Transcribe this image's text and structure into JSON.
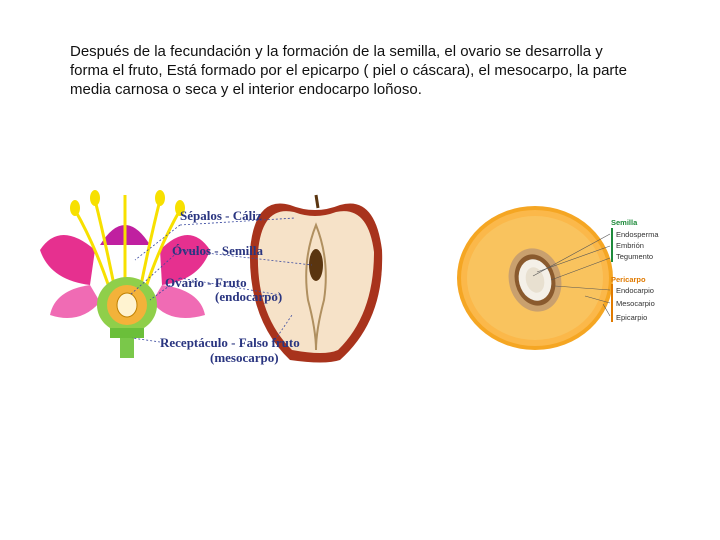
{
  "text": {
    "line1": "Después de la fecundación y la formación de la semilla, el ovario se desarrolla y",
    "line2": "forma el fruto, Está formado por el epicarpo ( piel o cáscara), el mesocarpo, la parte",
    "line3": "media carnosa o seca y el interior endocarpo loñoso."
  },
  "flower_diagram": {
    "labels": {
      "sepalos": "Sépalos - Cáliz",
      "ovulos": "Óvulos - Semilla",
      "ovario_1": "Ovario - Fruto",
      "ovario_2": "(endocarpo)",
      "receptaculo_1": "Receptáculo - Falso fruto",
      "receptaculo_2": "(mesocarpo)"
    }
  },
  "peach_diagram": {
    "semilla_header": "Semilla",
    "semilla_items": [
      "Endosperma",
      "Embrión",
      "Tegumento"
    ],
    "pericarpo_header": "Pericarpo",
    "pericarpo_items": [
      "Endocarpio",
      "Mesocarpio",
      "Epicarpio"
    ]
  },
  "colors": {
    "label_blue": "#2a3580",
    "semilla_green": "#1d8a3a",
    "pericarpo_orange": "#e07a00",
    "peach_orange": "#f5a623"
  }
}
